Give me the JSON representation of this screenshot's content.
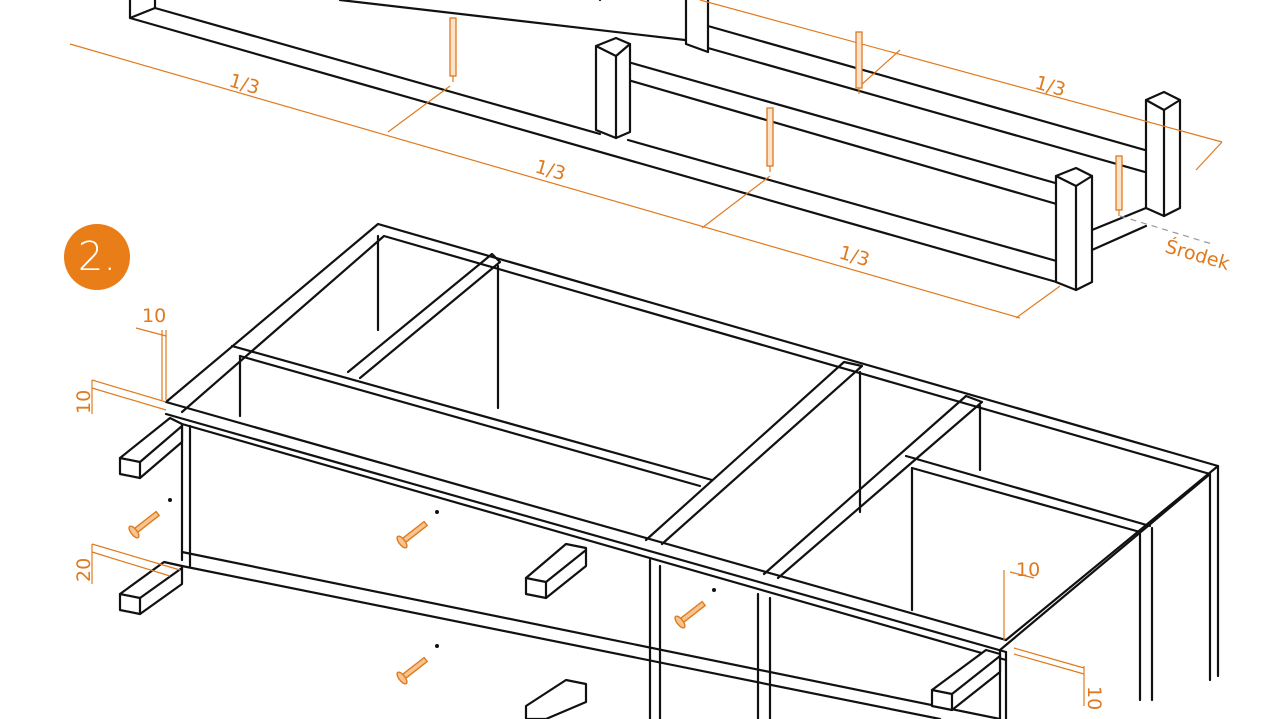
{
  "diagram": {
    "type": "furniture-assembly-isometric",
    "accent_color": "#e97d17",
    "line_color": "#111111",
    "step_badge": {
      "number": "2."
    },
    "top_assembly": {
      "description": "Step 1 frame (partial): long rail with vertical posts, drilled at thirds",
      "labels": {
        "third_1": "1/3",
        "third_2": "1/3",
        "third_3": "1/3",
        "third_right": "1/3",
        "center": "Środek"
      },
      "icons": [
        "drill-bit-icon",
        "drill-bit-icon",
        "drill-bit-icon",
        "drill-bit-icon"
      ]
    },
    "bottom_assembly": {
      "description": "Step 2: box frame with compartments, screwed to base rails",
      "dimensions": {
        "top_left_horizontal": "10",
        "top_left_vertical": "10",
        "left_leg": "20",
        "right_top": "10",
        "right_side": "10"
      },
      "icons": [
        "screw-icon",
        "screw-icon",
        "screw-icon",
        "screw-icon"
      ]
    }
  }
}
